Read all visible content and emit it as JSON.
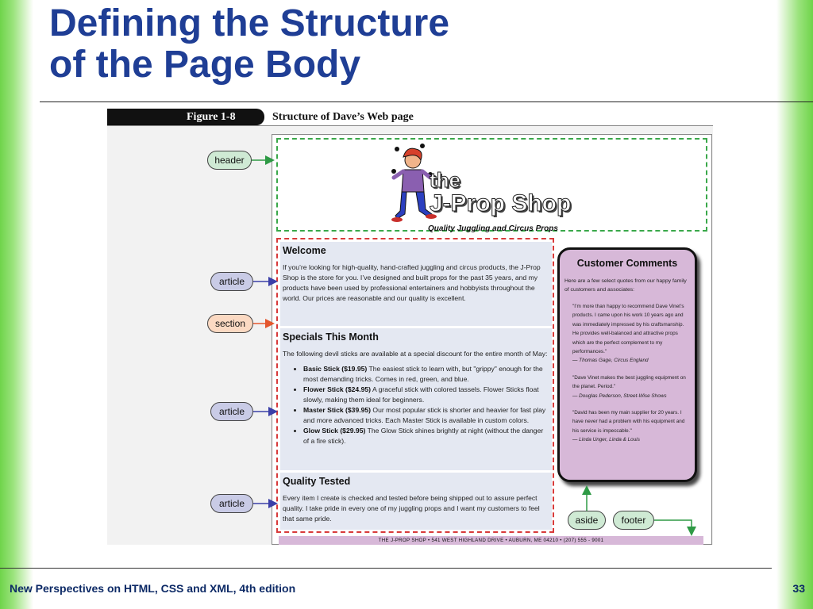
{
  "slide": {
    "title_line1": "Defining the Structure",
    "title_line2": "of the Page Body",
    "footer_left": "New Perspectives on HTML, CSS and XML, 4th edition",
    "page_number": "33"
  },
  "figure": {
    "label": "Figure 1-8",
    "caption": "Structure of Dave’s Web page",
    "callouts": {
      "header": "header",
      "article1": "article",
      "section": "section",
      "article2": "article",
      "article3": "article",
      "aside": "aside",
      "footer": "footer"
    },
    "logo": {
      "line1": "the",
      "line2": "J-Prop Shop",
      "tagline": "Quality Juggling and Circus Props"
    },
    "articles": [
      {
        "heading": "Welcome",
        "text": "If you’re looking for high-quality, hand-crafted juggling and circus products, the J-Prop Shop is the store for you. I’ve designed and built props for the past 35 years, and my products have been used by professional entertainers and hobbyists throughout the world. Our prices are reasonable and our quality is excellent."
      },
      {
        "heading": "Specials This Month",
        "text": "The following devil sticks are available at a special discount for the entire month of May:",
        "items": [
          {
            "name": "Basic Stick ($19.95)",
            "desc": " The easiest stick to learn with, but \"grippy\" enough for the most demanding tricks. Comes in red, green, and blue."
          },
          {
            "name": "Flower Stick ($24.95)",
            "desc": " A graceful stick with colored tassels. Flower Sticks float slowly, making them ideal for beginners."
          },
          {
            "name": "Master Stick ($39.95)",
            "desc": " Our most popular stick is shorter and heavier for fast play and more advanced tricks. Each Master Stick is available in custom colors."
          },
          {
            "name": "Glow Stick ($29.95)",
            "desc": " The Glow Stick shines brightly at night (without the danger of a fire stick)."
          }
        ]
      },
      {
        "heading": "Quality Tested",
        "text": "Every item I create is checked and tested before being shipped out to assure perfect quality. I take pride in every one of my juggling props and I want my customers to feel that same pride."
      }
    ],
    "aside": {
      "heading": "Customer Comments",
      "intro": "Here are a few select quotes from our happy family of customers and associates:",
      "quotes": [
        {
          "text": "\"I’m more than happy to recommend Dave Vinet’s products. I came upon his work 10 years ago and was immediately impressed by his craftsmanship. He provides well-balanced and attractive props which are the perfect complement to my performances.\"",
          "source": "— Thomas Gage, Circus England"
        },
        {
          "text": "\"Dave Vinet makes the best juggling equipment on the planet. Period.\"",
          "source": "— Douglas Pederson, Street-Wise Shows"
        },
        {
          "text": "\"David has been my main supplier for 20 years. I have never had a problem with his equipment and his service is impeccable.\"",
          "source": "— Linda Unger, Linda & Louis"
        }
      ]
    },
    "page_footer": "THE J-PROP SHOP • 541 WEST HIGHLAND DRIVE • AUBURN, ME 04210 • (207) 555 - 9001",
    "colors": {
      "header_box": "#3aa84a",
      "section_box": "#d83a3a",
      "article_bg": "#e4e8f2",
      "aside_bg": "#d7b8d8",
      "title": "#1f3e95"
    }
  }
}
